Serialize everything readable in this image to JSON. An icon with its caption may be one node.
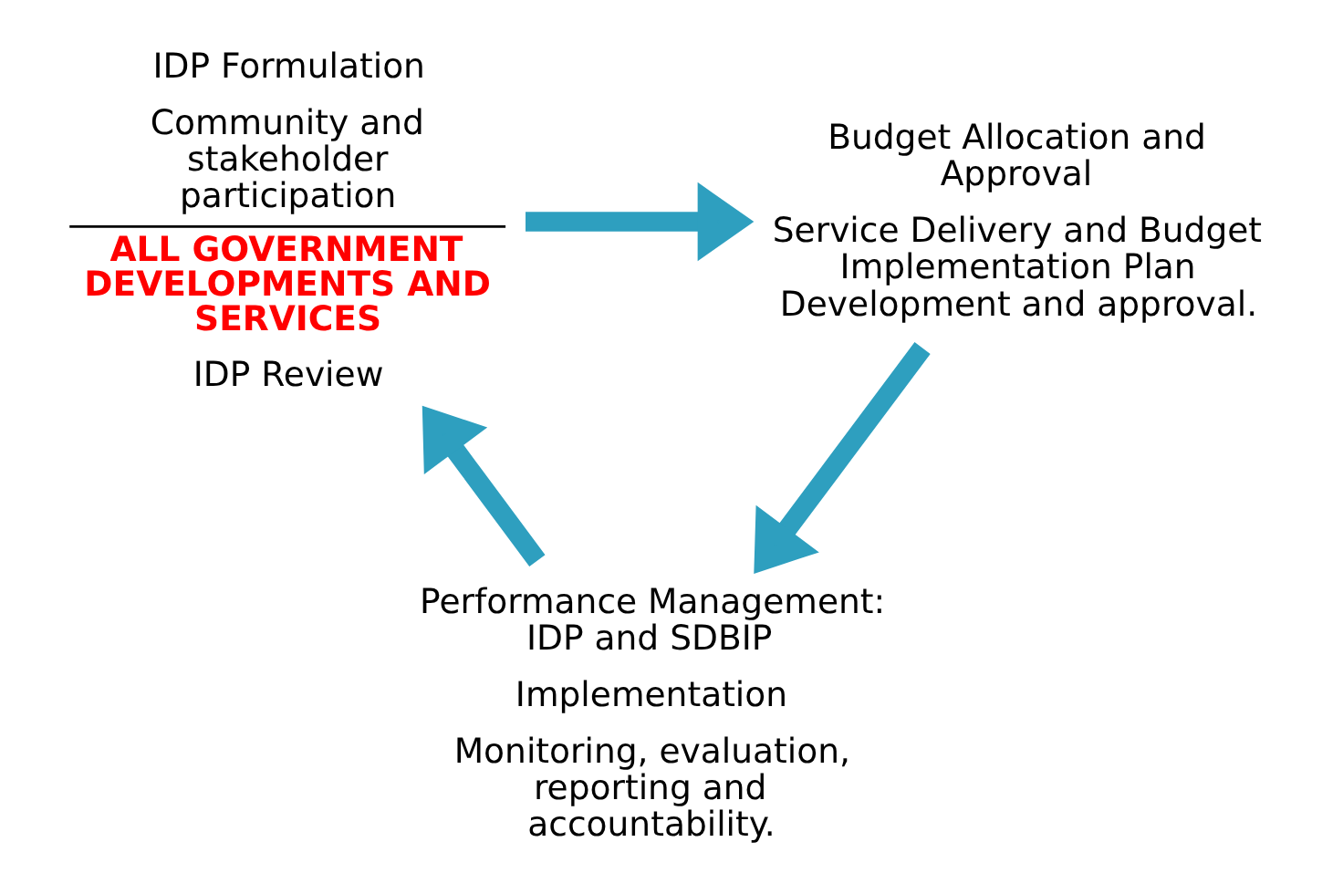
{
  "diagram": {
    "nodes": [
      {
        "text": [
          "IDP Formulation",
          "Community and stakeholder participation",
          "ALL GOVERNMENT DEVELOPMENTS AND SERVICES",
          "IDP Review"
        ]
      },
      {
        "text": [
          "Budget Allocation and Approval",
          "Service Delivery and Budget Implementation Plan Development and approval."
        ]
      },
      {
        "text": [
          "Performance Management: IDP and SDBIP",
          "Implementation",
          "Monitoring, evaluation, reporting and accountability."
        ]
      }
    ],
    "edges": [
      {
        "from": 0,
        "to": 1,
        "arrow": "to"
      },
      {
        "from": 1,
        "to": 2,
        "arrow": "to"
      },
      {
        "from": 2,
        "to": 0,
        "arrow": "to"
      }
    ]
  }
}
